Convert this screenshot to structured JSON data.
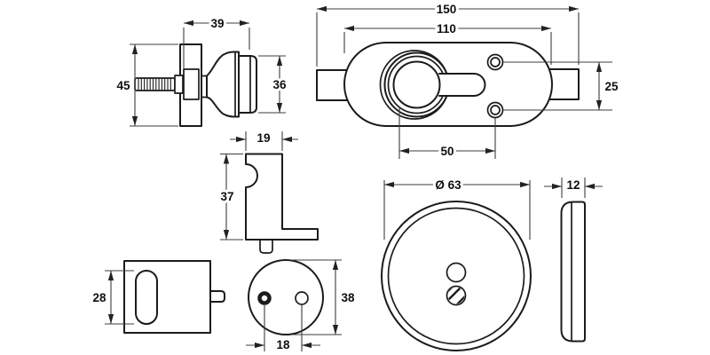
{
  "drawing": {
    "type": "technical-dimension-drawing",
    "line_color": "#1b1b1b",
    "dim_color": "#3d3d3d",
    "background": "#ffffff"
  },
  "dimensions": {
    "knob_projection": "39",
    "rose_height": "45",
    "knob_diameter": "36",
    "body_overall_width": "150",
    "body_width": "110",
    "screw_hole_spacing_vertical": "25",
    "cylinder_to_screw_holes": "50",
    "bracket_width": "19",
    "bracket_height": "37",
    "housing_slot_height": "28",
    "plate_diameter": "38",
    "plate_hole_spacing": "18",
    "disc_diameter": "Ø 63",
    "disc_thickness": "12"
  }
}
